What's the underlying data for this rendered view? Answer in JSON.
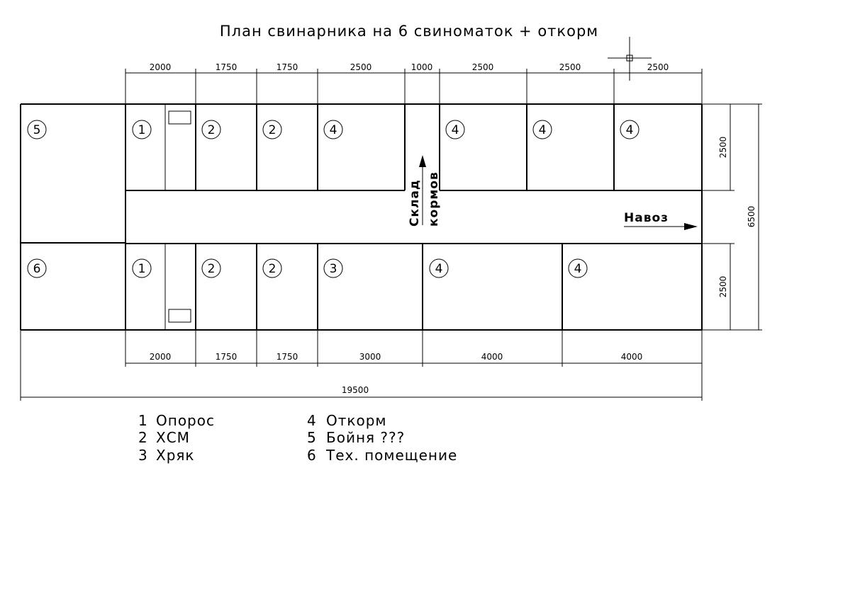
{
  "title": "План свинарника на 6 свиноматок + откорм",
  "dimensions": {
    "top": [
      "2000",
      "1750",
      "1750",
      "2500",
      "1000",
      "2500",
      "2500",
      "2500"
    ],
    "bottom": [
      "2000",
      "1750",
      "1750",
      "3000",
      "4000",
      "4000"
    ],
    "total_length": "19500",
    "right_upper": "2500",
    "right_lower": "2500",
    "total_width": "6500"
  },
  "rooms": {
    "top": [
      "5",
      "1",
      "2",
      "2",
      "4",
      "4",
      "4",
      "4"
    ],
    "bottom": [
      "6",
      "1",
      "2",
      "2",
      "3",
      "4",
      "4"
    ]
  },
  "labels": {
    "feed_store_line1": "Склад",
    "feed_store_line2": "кормов",
    "manure": "Навоз"
  },
  "legend": [
    {
      "num": "1",
      "text": "Опорос"
    },
    {
      "num": "2",
      "text": "ХСМ"
    },
    {
      "num": "3",
      "text": "Хряк"
    },
    {
      "num": "4",
      "text": "Откорм"
    },
    {
      "num": "5",
      "text": "Бойня ???"
    },
    {
      "num": "6",
      "text": "Тех. помещение"
    }
  ]
}
